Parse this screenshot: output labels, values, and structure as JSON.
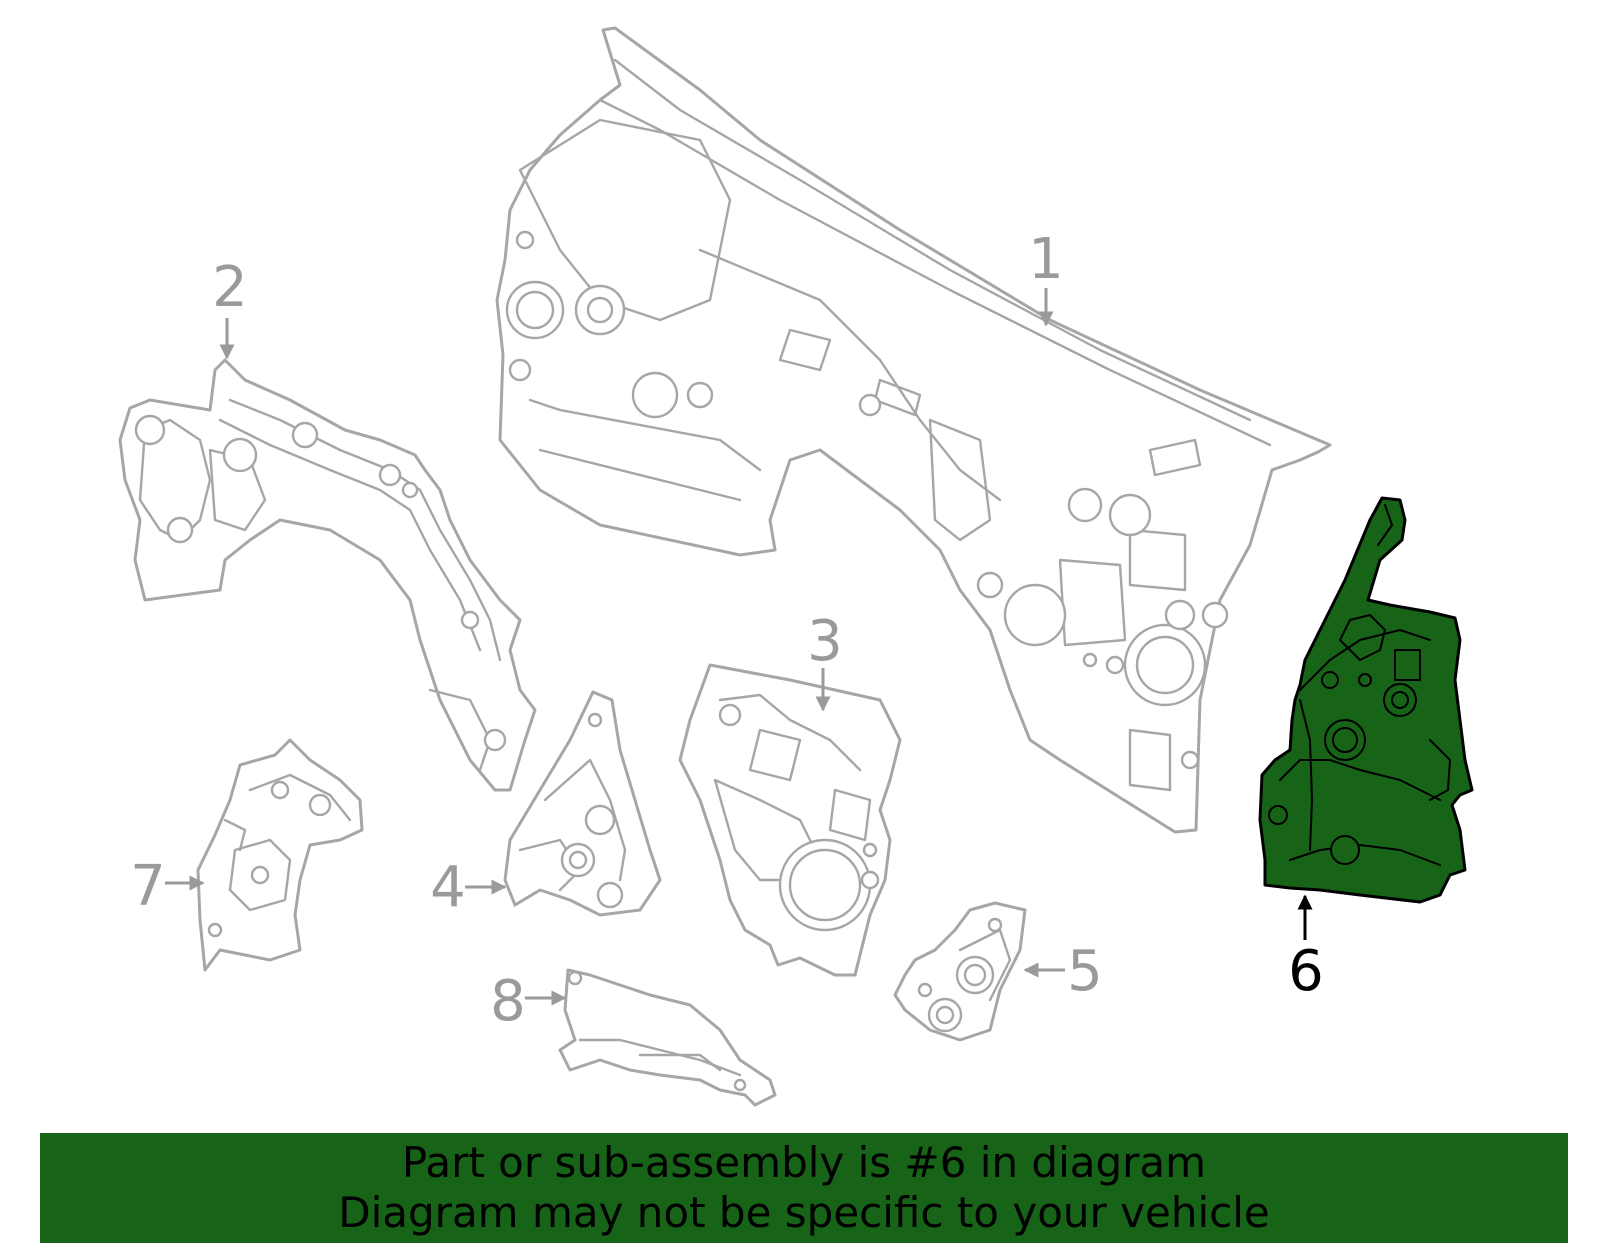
{
  "colors": {
    "banner_bg": "#176317",
    "highlight_fill": "#176317",
    "inactive_stroke": "#a6a6a6",
    "active_stroke": "#000000"
  },
  "callouts": [
    {
      "id": "1",
      "label": "1",
      "active": false
    },
    {
      "id": "2",
      "label": "2",
      "active": false
    },
    {
      "id": "3",
      "label": "3",
      "active": false
    },
    {
      "id": "4",
      "label": "4",
      "active": false
    },
    {
      "id": "5",
      "label": "5",
      "active": false
    },
    {
      "id": "6",
      "label": "6",
      "active": true
    },
    {
      "id": "7",
      "label": "7",
      "active": false
    },
    {
      "id": "8",
      "label": "8",
      "active": false
    }
  ],
  "banner": {
    "line1": "Part or sub-assembly is #6 in diagram",
    "line2": "Diagram may not be specific to your vehicle"
  }
}
